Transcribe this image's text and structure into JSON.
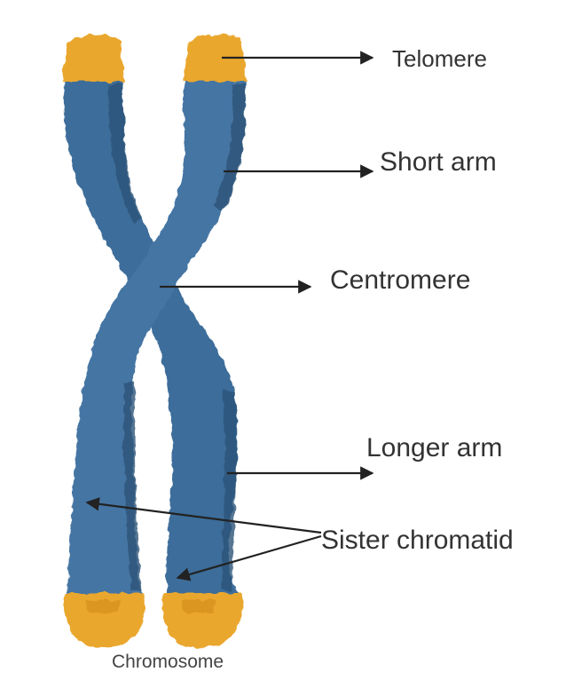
{
  "labels": {
    "telomere": "Telomere",
    "short_arm": "Short arm",
    "centromere": "Centromere",
    "longer_arm": "Longer arm",
    "sister_chromatid": "Sister chromatid"
  },
  "caption": "Chromosome",
  "colors": {
    "chromatid": "#3e6d9a",
    "chromatid_shadow": "#2c5478",
    "telomere": "#eaa72f",
    "telomere_dark": "#d48f1c",
    "arrow": "#222222",
    "text": "#333333"
  }
}
